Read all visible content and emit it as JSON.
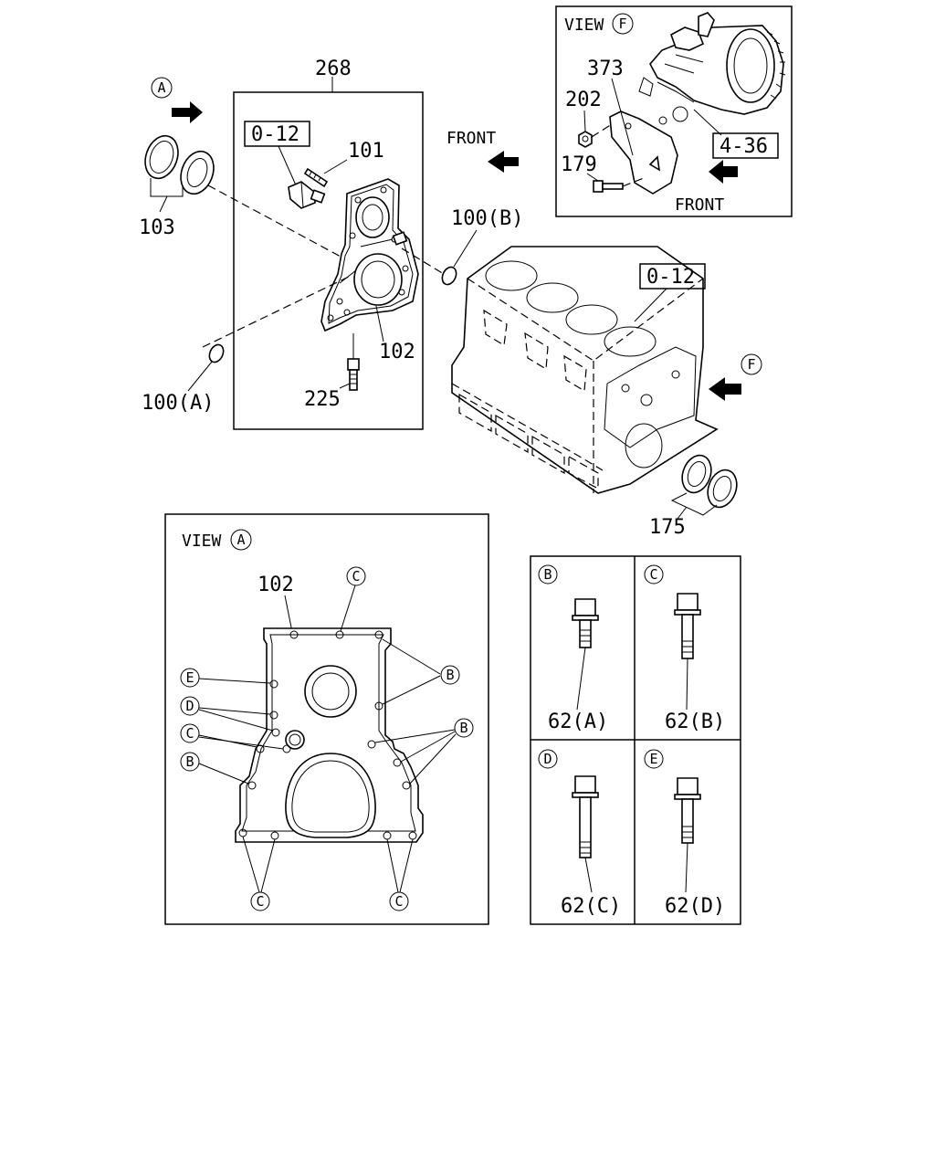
{
  "main_view": {
    "assembly_label": "268",
    "ref_box_cover": "0-12",
    "callouts": {
      "p101": "101",
      "p102": "102",
      "p103": "103",
      "p225": "225",
      "p100a": "100(A)",
      "p100b": "100(B)",
      "p175": "175"
    },
    "ref_box_block": "0-12",
    "front_label": "FRONT",
    "view_marker_a": "A",
    "view_marker_f": "F"
  },
  "view_f": {
    "title": "VIEW",
    "marker": "F",
    "callouts": {
      "p373": "373",
      "p202": "202",
      "p179": "179"
    },
    "ref_box": "4-36",
    "front_label": "FRONT"
  },
  "view_a": {
    "title": "VIEW",
    "marker": "A",
    "part_label": "102",
    "markers": {
      "c_top": "C",
      "b_right1": "B",
      "b_right2": "B",
      "e_left": "E",
      "d_left": "D",
      "c_left": "C",
      "b_left": "B",
      "c_bottom_left": "C",
      "c_bottom_right": "C"
    }
  },
  "bolt_table": {
    "cells": [
      {
        "marker": "B",
        "part": "62(A)"
      },
      {
        "marker": "C",
        "part": "62(B)"
      },
      {
        "marker": "D",
        "part": "62(C)"
      },
      {
        "marker": "E",
        "part": "62(D)"
      }
    ]
  }
}
